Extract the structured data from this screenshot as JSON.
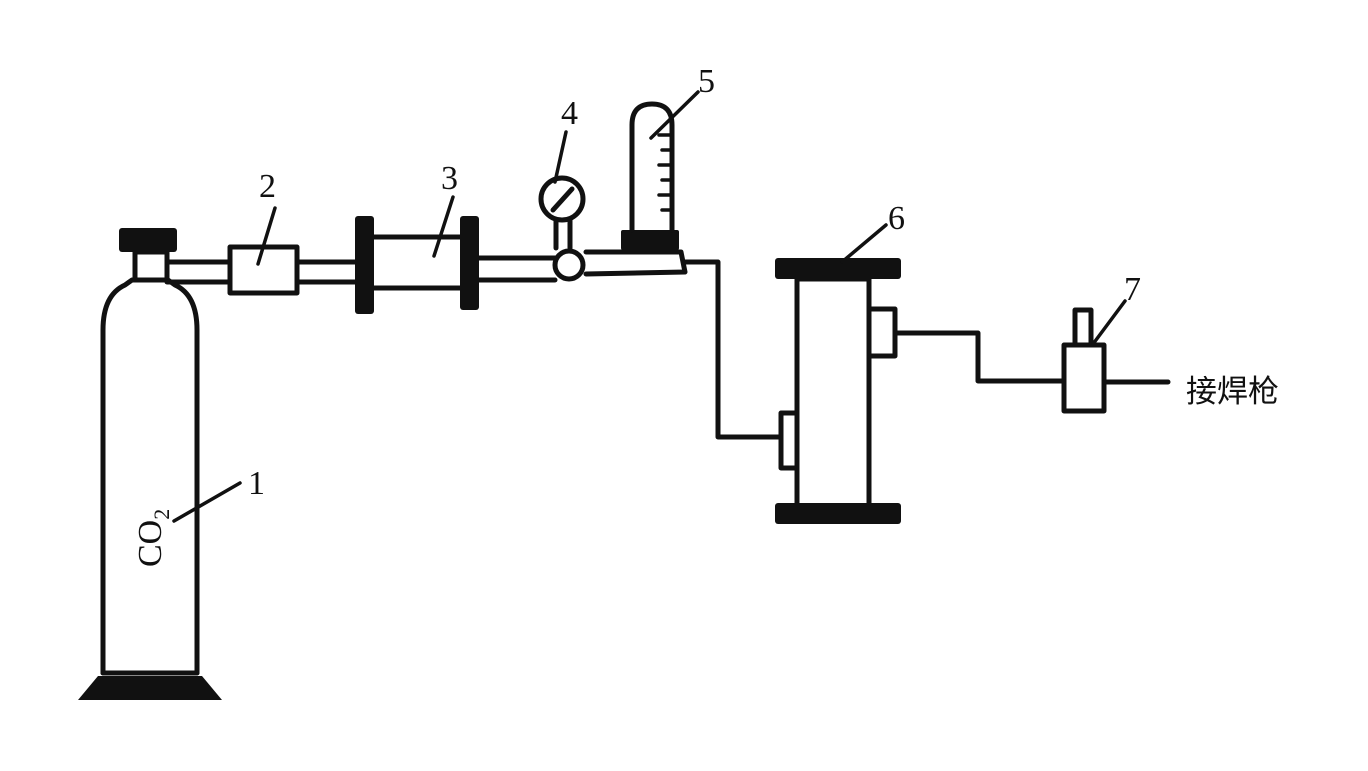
{
  "labels": {
    "n1": "1",
    "n2": "2",
    "n3": "3",
    "n4": "4",
    "n5": "5",
    "n6": "6",
    "n7": "7"
  },
  "cylinder_gas": {
    "main": "CO",
    "subscript": "2"
  },
  "outlet_label": "接焊枪",
  "colors": {
    "ink": "#111111",
    "background": "#ffffff"
  }
}
